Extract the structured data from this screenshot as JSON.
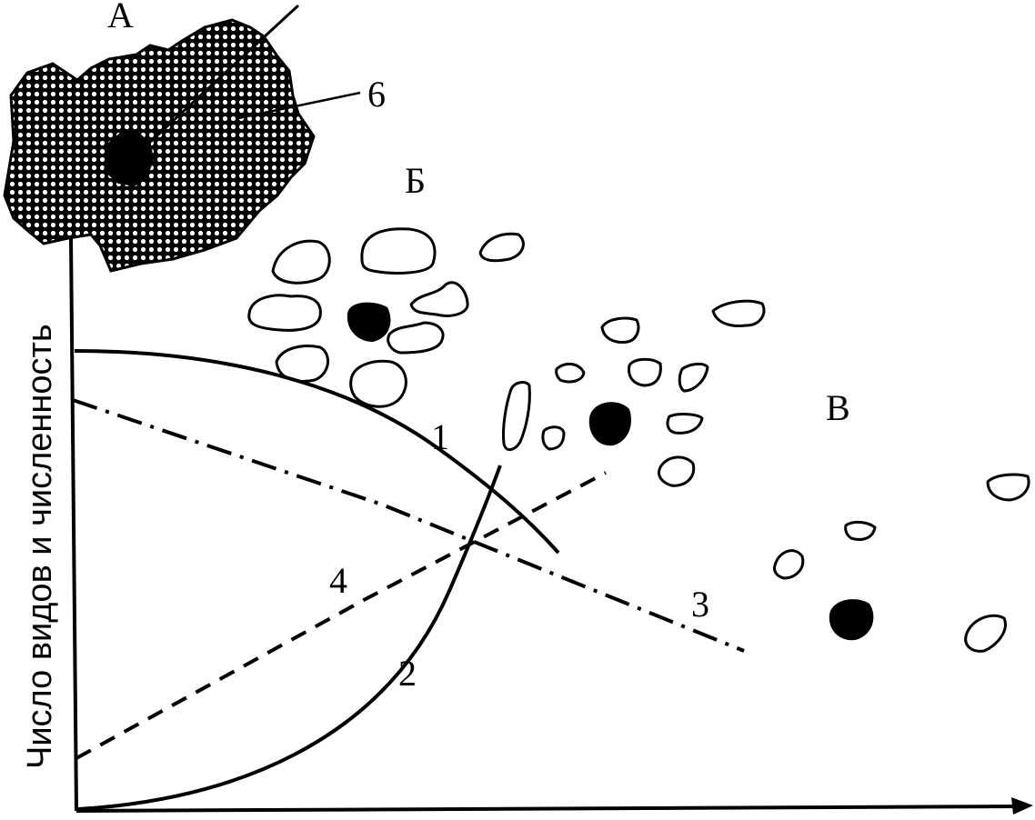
{
  "labels": {
    "zone_a": "А",
    "zone_b": "Б",
    "zone_v": "В",
    "label_6": "6",
    "curve_1": "1",
    "curve_2": "2",
    "curve_3": "3",
    "curve_4": "4",
    "y_axis": "Число видов и численность"
  },
  "colors": {
    "ink": "#000000",
    "paper": "#ffffff"
  }
}
